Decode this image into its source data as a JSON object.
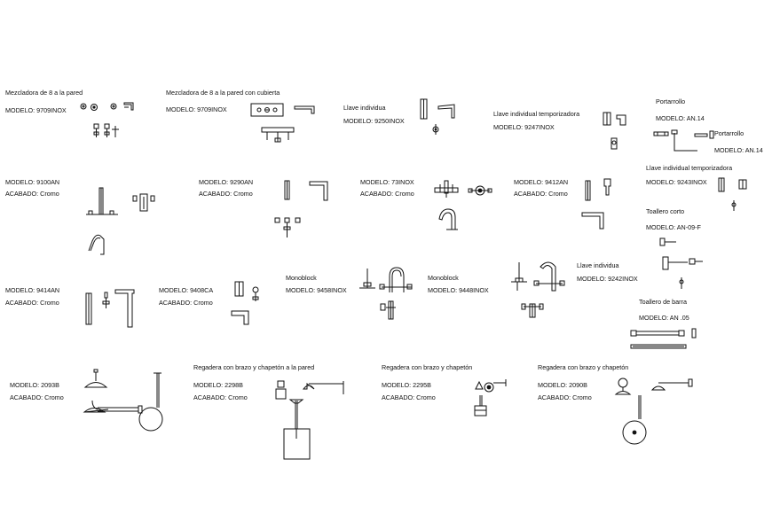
{
  "blocks": {
    "b1": {
      "title": "Mezcladora de 8 a la pared",
      "model": "MODELO: 9709INOX"
    },
    "b2": {
      "title": "Mezcladora de 8 a la pared con cubierta",
      "model": "MODELO: 9709INOX"
    },
    "b3": {
      "title": "Llave individua",
      "model": "MODELO: 9250INOX"
    },
    "b4": {
      "title": "Llave individual temporizadora",
      "model": "MODELO: 9247INOX"
    },
    "b5": {
      "title": "Portarrollo",
      "model": "MODELO: AN.14",
      "title2": "Portarrollo",
      "model2": "MODELO: AN.14"
    },
    "b6": {
      "model": "MODELO: 9100AN",
      "finish": "ACABADO: Cromo"
    },
    "b7": {
      "model": "MODELO: 9290AN",
      "finish": "ACABADO: Cromo"
    },
    "b8": {
      "model": "MODELO: 73INOX",
      "finish": "ACABADO: Cromo"
    },
    "b9": {
      "model": "MODELO: 9412AN",
      "finish": "ACABADO: Cromo"
    },
    "b10": {
      "title": "Llave individual temporizadora",
      "model": "MODELO: 9243INOX"
    },
    "b11": {
      "title": "Toallero corto",
      "model": "MODELO: AN-09-F"
    },
    "b12": {
      "model": "MODELO: 9414AN",
      "finish": "ACABADO: Cromo"
    },
    "b13": {
      "model": "MODELO: 9408CA",
      "finish": "ACABADO: Cromo"
    },
    "b14": {
      "title": "Monoblock",
      "model": "MODELO: 9458INOX"
    },
    "b15": {
      "title": "Monoblock",
      "model": "MODELO: 9448INOX"
    },
    "b16": {
      "title": "Llave individua",
      "model": "MODELO: 9242INOX"
    },
    "b17": {
      "title": "Toallero de barra",
      "model": "MODELO: AN .05"
    },
    "b18": {
      "model": "MODELO: 2093B",
      "finish": "ACABADO: Cromo"
    },
    "b19": {
      "title": "Regadera con brazo y chapetón a la pared",
      "model": "MODELO: 2298B",
      "finish": "ACABADO: Cromo"
    },
    "b20": {
      "title": "Regadera con brazo y chapetón",
      "model": "MODELO: 2295B",
      "finish": "ACABADO: Cromo"
    },
    "b21": {
      "title": "Regadera con brazo y chapetón",
      "model": "MODELO: 2090B",
      "finish": "ACABADO: Cromo"
    }
  }
}
